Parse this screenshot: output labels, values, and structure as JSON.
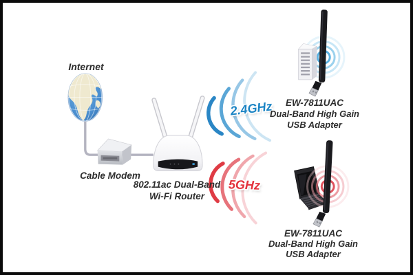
{
  "figure": {
    "internet": {
      "label": "Internet",
      "icon": "globe-icon"
    },
    "modem": {
      "label": "Cable Modem",
      "icon": "modem-box-icon"
    },
    "router": {
      "line1": "802.11ac Dual-Band",
      "line2": "Wi-Fi Router",
      "icon": "wifi-router-icon"
    },
    "signals": {
      "band24": {
        "label": "2.4GHz",
        "color": "#1b84c4"
      },
      "band5": {
        "label": "5GHz",
        "color": "#e3323c"
      }
    },
    "adapters": {
      "top": {
        "device": "desktop-pc",
        "model": "EW-7811UAC",
        "desc1": "Dual-Band High Gain",
        "desc2": "USB Adapter"
      },
      "bottom": {
        "device": "laptop",
        "model": "EW-7811UAC",
        "desc1": "Dual-Band High Gain",
        "desc2": "USB Adapter"
      }
    },
    "colors": {
      "label_text": "#2d2d2d",
      "frame_border": "#0b0b0b",
      "cable": "#b4b4c0"
    }
  }
}
